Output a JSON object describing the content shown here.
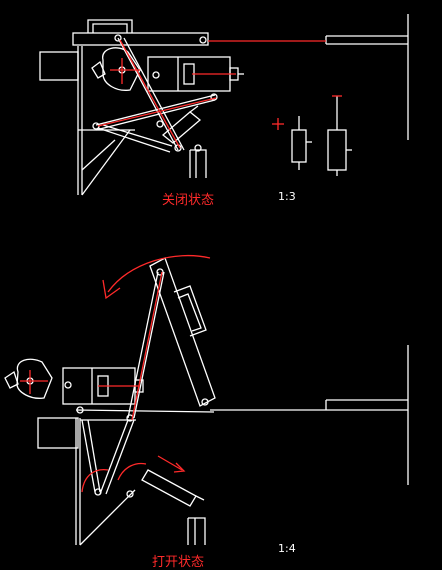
{
  "labels": {
    "closed_state": "关闭状态",
    "open_state": "打开状态",
    "fig_top": "1:3",
    "fig_bottom": "1:4"
  },
  "colors": {
    "background": "#000000",
    "line": "#ffffff",
    "accent": "#ff2a2a"
  }
}
